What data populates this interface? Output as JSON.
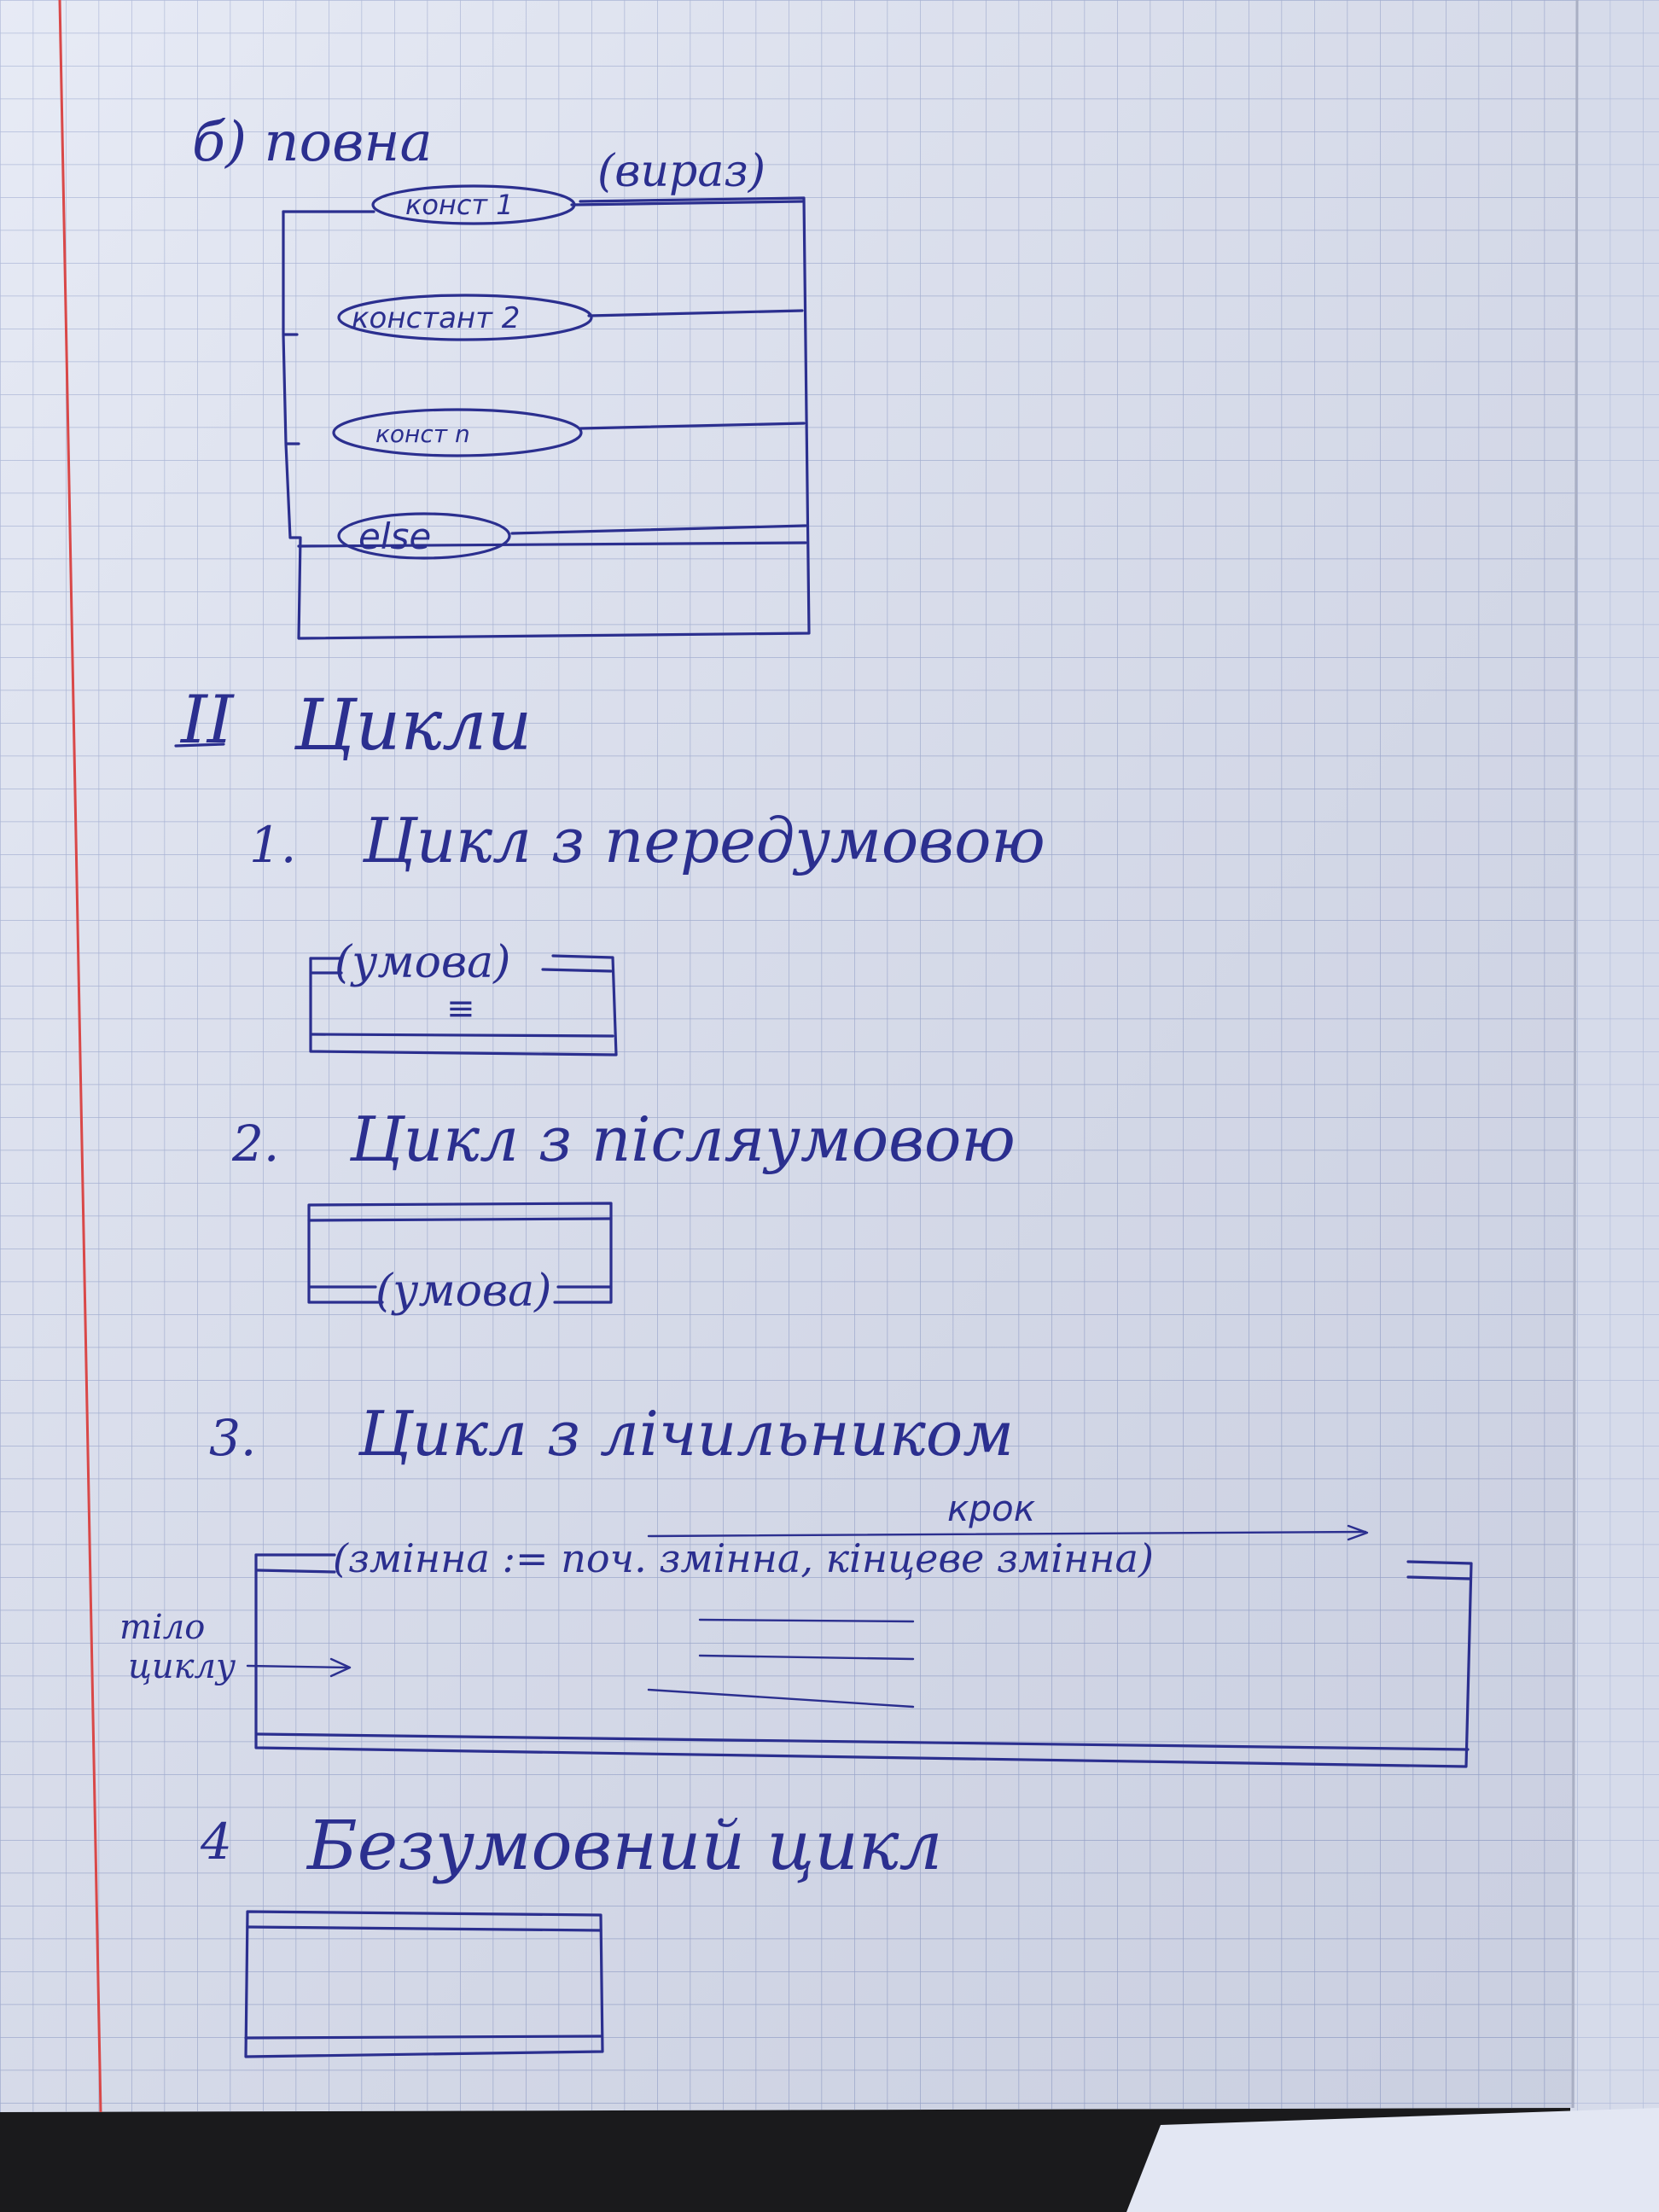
{
  "colors": {
    "ink": "#2b2f8f",
    "paper": "#dfe4f2",
    "grid": "#9aa7cf",
    "margin": "#d94848",
    "background": "#1a1a1c"
  },
  "section_b": {
    "heading": "б) повна",
    "expr": "(вираз)",
    "cases": [
      "конст 1",
      "констант 2",
      "конст n",
      "else"
    ]
  },
  "section_ii": {
    "roman": "II",
    "title": "Цикли",
    "items": [
      {
        "num": "1.",
        "title": "Цикл з передумовою",
        "cond": "(умова)",
        "body": "≡"
      },
      {
        "num": "2.",
        "title": "Цикл з післяумовою",
        "cond": "(умова)"
      },
      {
        "num": "3.",
        "title": "Цикл з лічильником",
        "step": "крок",
        "header": "(змінна := поч. змінна, кінцеве змінна)",
        "side_label_1": "тіло",
        "side_label_2": "циклу"
      },
      {
        "num": "4",
        "title": "Безумовний цикл"
      }
    ]
  }
}
